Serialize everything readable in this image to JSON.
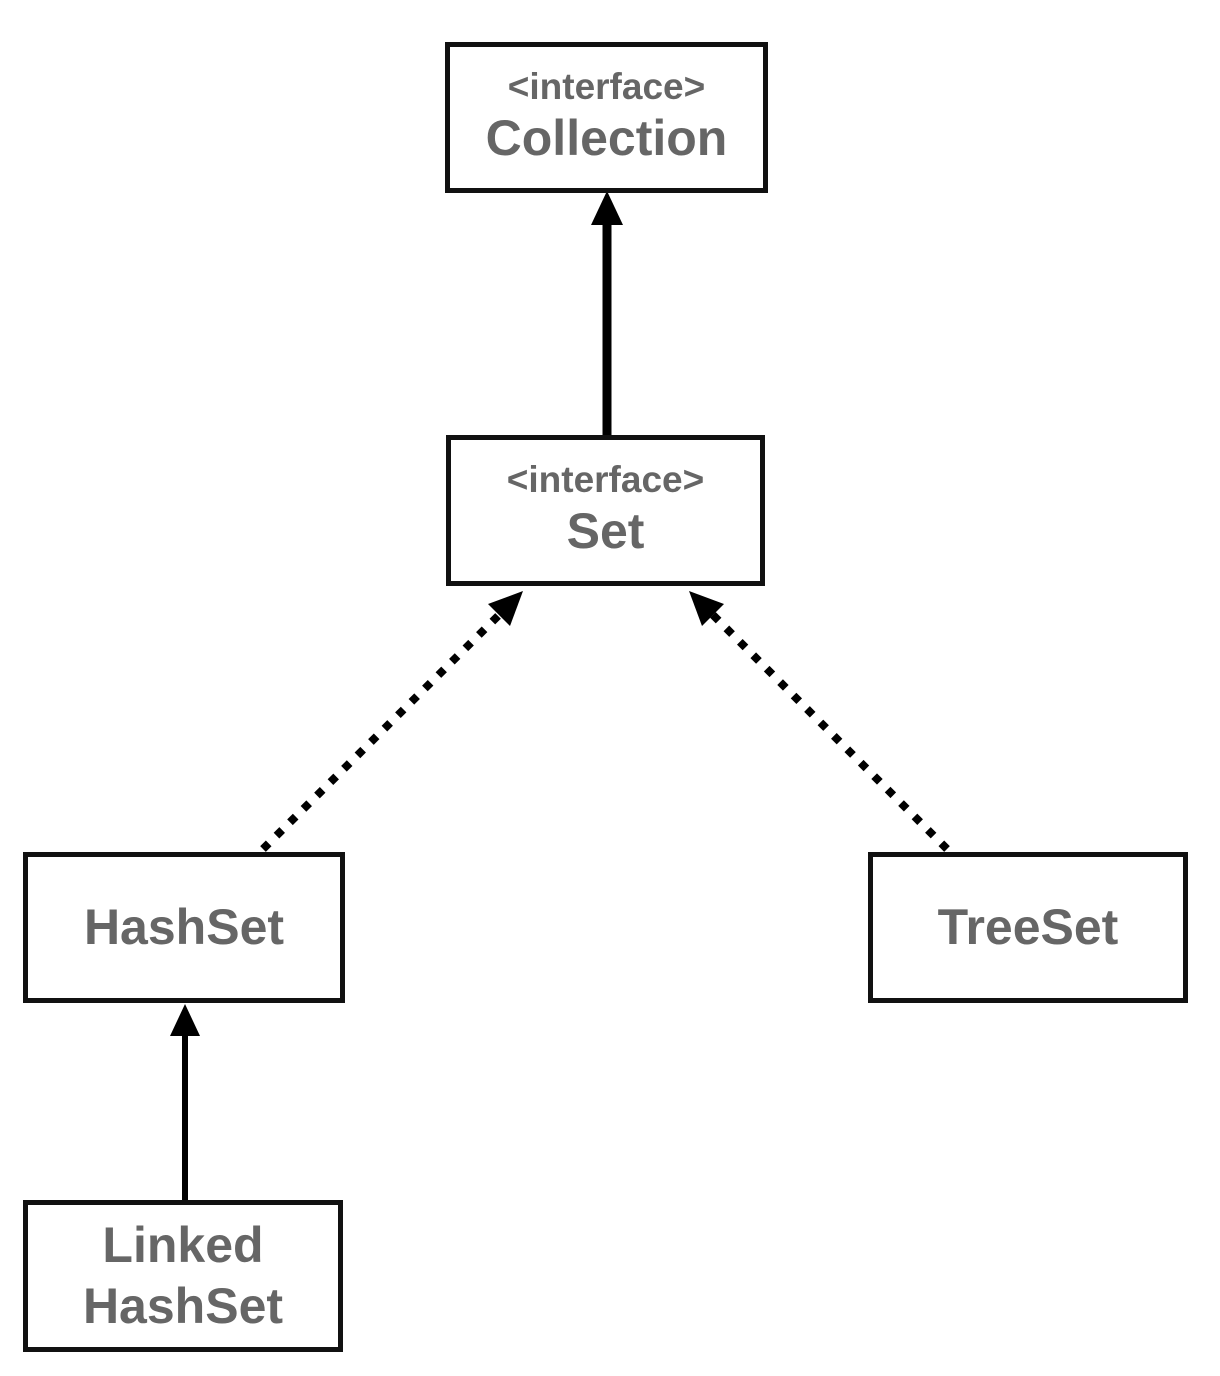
{
  "diagram": {
    "background": "#ffffff",
    "colors": {
      "box_border": "#111111",
      "box_fill": "#ffffff",
      "text": "#666666",
      "arrow": "#000000"
    },
    "nodes": {
      "collection": {
        "stereotype": "<interface>",
        "label": "Collection"
      },
      "set": {
        "stereotype": "<interface>",
        "label": "Set"
      },
      "hashset": {
        "label": "HashSet"
      },
      "treeset": {
        "label": "TreeSet"
      },
      "linkedhashset": {
        "label": "Linked HashSet"
      }
    },
    "edges": [
      {
        "from": "set",
        "to": "collection",
        "line": "solid",
        "arrowhead": "filled-triangle"
      },
      {
        "from": "hashset",
        "to": "set",
        "line": "dotted",
        "arrowhead": "filled-triangle"
      },
      {
        "from": "treeset",
        "to": "set",
        "line": "dotted",
        "arrowhead": "filled-triangle"
      },
      {
        "from": "linkedhashset",
        "to": "hashset",
        "line": "solid",
        "arrowhead": "filled-triangle"
      }
    ]
  }
}
